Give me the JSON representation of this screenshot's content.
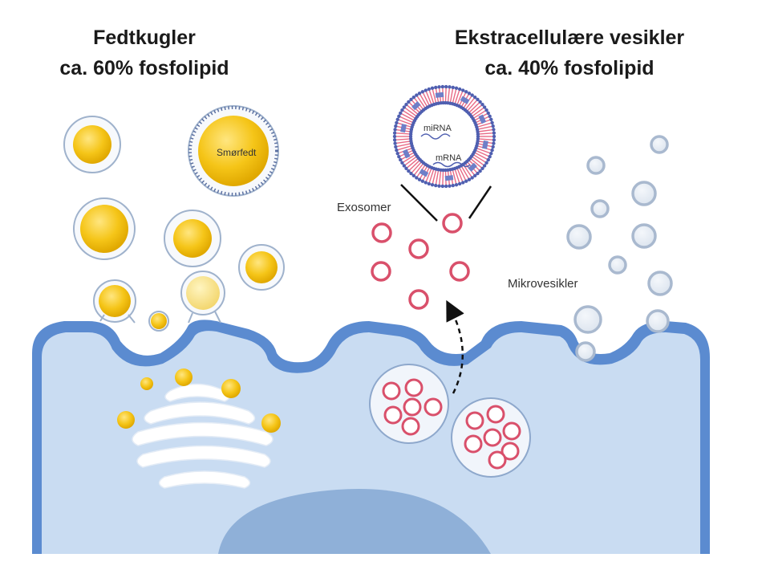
{
  "fat_globules": {
    "title": "Fedtkugler",
    "subtitle": "ca. 60% fosfolipid",
    "globule_label": "Smørfedt"
  },
  "extracellular_vesicles": {
    "title": "Ekstracellulære vesikler",
    "subtitle": "ca. 40% fosfolipid",
    "exosome_label": "Exosomer",
    "microvesicle_label": "Mikrovesikler",
    "cargo_labels": [
      "miRNA",
      "mRNA"
    ]
  },
  "colors": {
    "membrane": "#5b8bd0",
    "cytoplasm": "#c9dcf2",
    "nucleus": "#8fb0d8",
    "fat_yellow": "#f2c21b",
    "exosome_red": "#d9506b",
    "microvesicle_gray": "#b8c6d8"
  }
}
